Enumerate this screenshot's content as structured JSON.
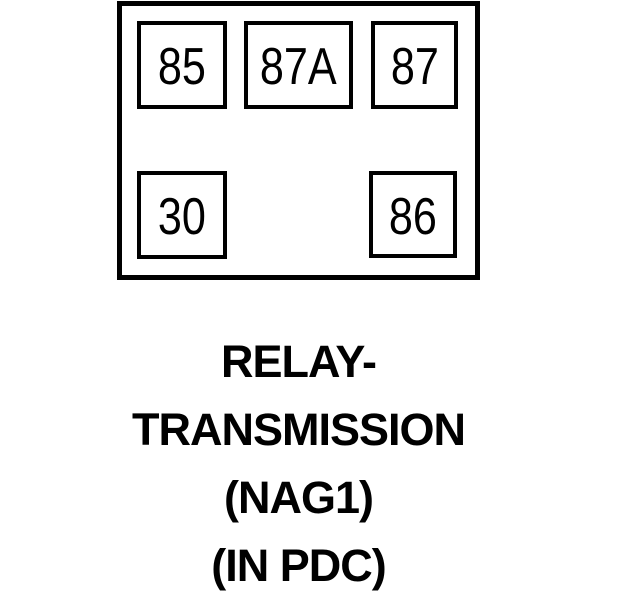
{
  "diagram": {
    "kind": "relay-pinout",
    "component": {
      "pins": [
        {
          "label": "85",
          "position": "top-left"
        },
        {
          "label": "87A",
          "position": "top-center"
        },
        {
          "label": "87",
          "position": "top-right"
        },
        {
          "label": "30",
          "position": "bottom-left"
        },
        {
          "label": "86",
          "position": "bottom-right"
        }
      ]
    },
    "caption": {
      "lines": [
        "RELAY-",
        "TRANSMISSION",
        "(NAG1)",
        "(IN PDC)"
      ],
      "full_text": "RELAY- TRANSMISSION (NAG1) (IN PDC)"
    },
    "colors": {
      "line": "#000000",
      "text": "#000000",
      "background": "#ffffff"
    }
  }
}
